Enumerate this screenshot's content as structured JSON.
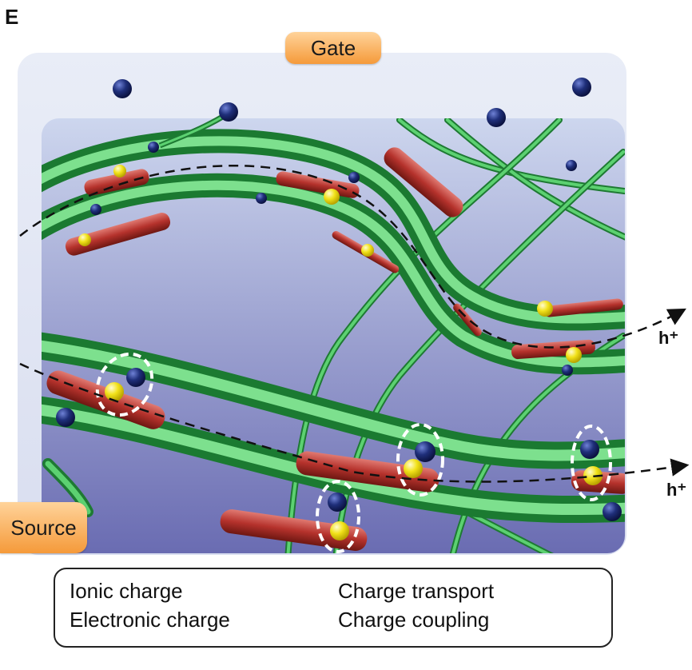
{
  "panel_letter": "E",
  "labels": {
    "gate": "Gate",
    "source": "Source",
    "hole_1": "h⁺",
    "hole_2": "h⁺"
  },
  "legend": {
    "ionic_charge": "Ionic charge",
    "electronic_charge": "Electronic charge",
    "charge_transport": "Charge transport",
    "charge_coupling": "Charge coupling"
  },
  "colors": {
    "ionic_charge": "#1f2f7a",
    "electronic_charge": "#f2e21a",
    "polymer_fiber": "#2fa84a",
    "crystallite": "#b5322c",
    "label_fill": "#f59a3a",
    "channel_top": "#d4dcf0",
    "channel_bottom": "#6a6cb2"
  },
  "icons": {
    "ionic": "dark-blue-sphere",
    "electronic": "yellow-sphere",
    "transport": "dashed-arrow",
    "coupling": "dashed-ellipse"
  }
}
